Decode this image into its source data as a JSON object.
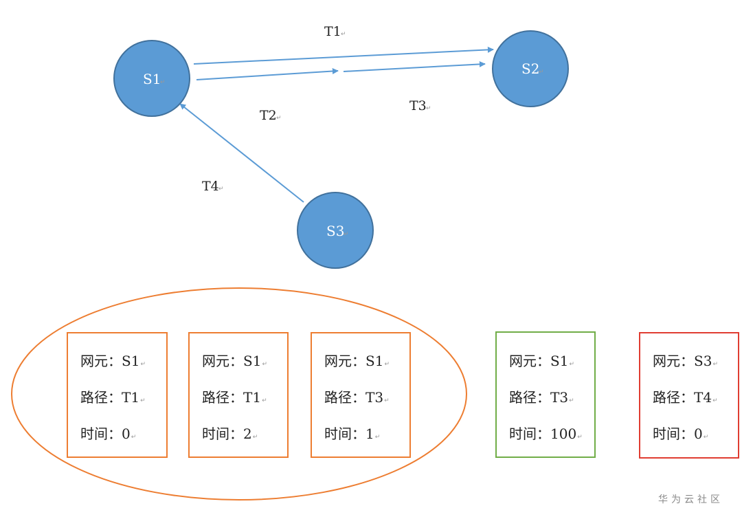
{
  "nodes": [
    {
      "id": "S1",
      "label": "S1"
    },
    {
      "id": "S2",
      "label": "S2"
    },
    {
      "id": "S3",
      "label": "S3"
    }
  ],
  "edges": [
    {
      "id": "T1",
      "label": "T1",
      "from": "S1",
      "to": "S2"
    },
    {
      "id": "T2",
      "label": "T2",
      "from": "S1",
      "to": "S2"
    },
    {
      "id": "T3",
      "label": "T3",
      "from": "S1",
      "to": "S2"
    },
    {
      "id": "T4",
      "label": "T4",
      "from": "S3",
      "to": "S1"
    }
  ],
  "records": [
    {
      "id": "record-1",
      "color": "#ED7D31",
      "grouped": true,
      "lines": [
        {
          "label": "网元：",
          "value": "S1"
        },
        {
          "label": "路径：",
          "value": "T1"
        },
        {
          "label": "时间：",
          "value": "0"
        }
      ]
    },
    {
      "id": "record-2",
      "color": "#ED7D31",
      "grouped": true,
      "lines": [
        {
          "label": "网元：",
          "value": "S1"
        },
        {
          "label": "路径：",
          "value": "T1"
        },
        {
          "label": "时间：",
          "value": "2"
        }
      ]
    },
    {
      "id": "record-3",
      "color": "#ED7D31",
      "grouped": true,
      "lines": [
        {
          "label": "网元：",
          "value": "S1"
        },
        {
          "label": "路径：",
          "value": "T3"
        },
        {
          "label": "时间：",
          "value": "1"
        }
      ]
    },
    {
      "id": "record-4",
      "color": "#70AD47",
      "grouped": false,
      "lines": [
        {
          "label": "网元：",
          "value": "S1"
        },
        {
          "label": "路径：",
          "value": "T3"
        },
        {
          "label": "时间：",
          "value": "100"
        }
      ]
    },
    {
      "id": "record-5",
      "color": "#E03C31",
      "grouped": false,
      "lines": [
        {
          "label": "网元：",
          "value": "S3"
        },
        {
          "label": "路径：",
          "value": "T4"
        },
        {
          "label": "时间：",
          "value": "0"
        }
      ]
    }
  ],
  "colors": {
    "node_fill": "#5B9BD5",
    "node_stroke": "#41719C",
    "edge": "#5B9BD5",
    "group_ellipse": "#ED7D31"
  },
  "paragraph_mark": "↵",
  "watermark": "华为云社区"
}
